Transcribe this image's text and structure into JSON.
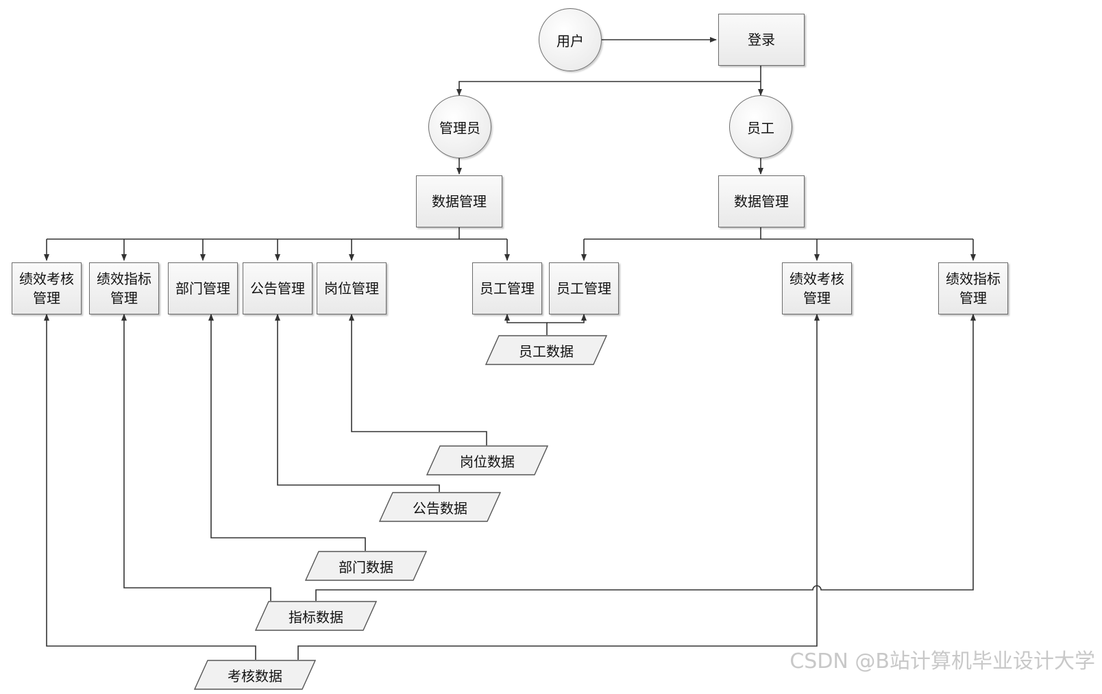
{
  "nodes": {
    "user": "用户",
    "login": "登录",
    "admin": "管理员",
    "staff": "员工",
    "admin_data_mgmt": "数据管理",
    "staff_data_mgmt": "数据管理",
    "admin_perf_assess": "绩效考核\n管理",
    "admin_perf_index": "绩效指标\n管理",
    "dept_mgmt": "部门管理",
    "notice_mgmt": "公告管理",
    "post_mgmt": "岗位管理",
    "admin_emp_mgmt": "员工管理",
    "staff_emp_mgmt": "员工管理",
    "staff_perf_assess": "绩效考核\n管理",
    "staff_perf_index": "绩效指标\n管理"
  },
  "datastores": {
    "emp_data": "员工数据",
    "post_data": "岗位数据",
    "notice_data": "公告数据",
    "dept_data": "部门数据",
    "index_data": "指标数据",
    "assess_data": "考核数据"
  },
  "watermark": "CSDN @B站计算机毕业设计大学"
}
